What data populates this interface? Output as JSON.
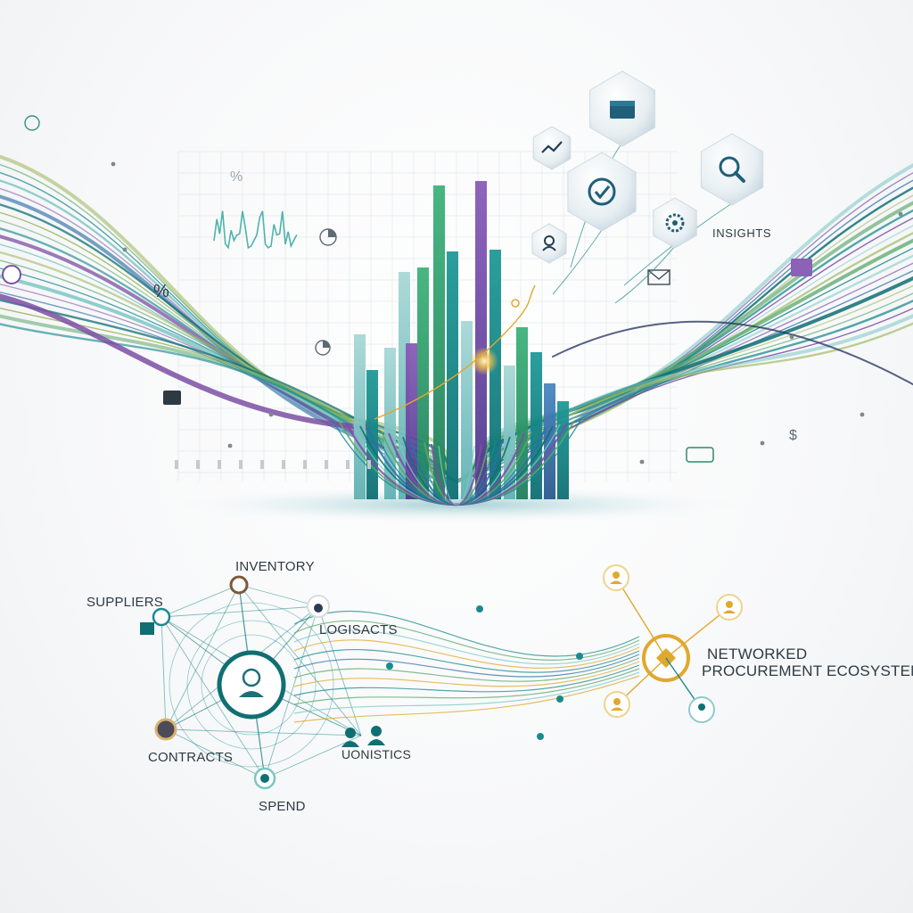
{
  "labels": {
    "insights": "INSIGHTS",
    "inventory": "INVENTORY",
    "suppliers": "SUPPLIERS",
    "logistics_right": "LOGISACTS",
    "contracts": "CONTRACTS",
    "logistics_bottom": "UONISTICS",
    "spend": "SPEND",
    "ecosystem_line1": "NETWORKED",
    "ecosystem_line2": "PROCUREMENT ECOSYSTEM"
  },
  "small_glyphs": {
    "percent": "%",
    "dollar": "$"
  },
  "palette": {
    "teal": "#1b8a8f",
    "dark_teal": "#0f6f73",
    "green": "#5aa86a",
    "olive": "#9bb55a",
    "purple": "#7b4fa3",
    "blue": "#2f6fa8",
    "gold": "#e0a82e",
    "navy": "#2d3a66",
    "light_teal": "#7cc7c4"
  },
  "icons": [
    "box-icon",
    "checkmark-icon",
    "magnifier-icon",
    "trend-icon",
    "gear-icon",
    "user-icon",
    "money-bag-icon",
    "diamond-icon",
    "chart-icon",
    "envelope-icon"
  ]
}
